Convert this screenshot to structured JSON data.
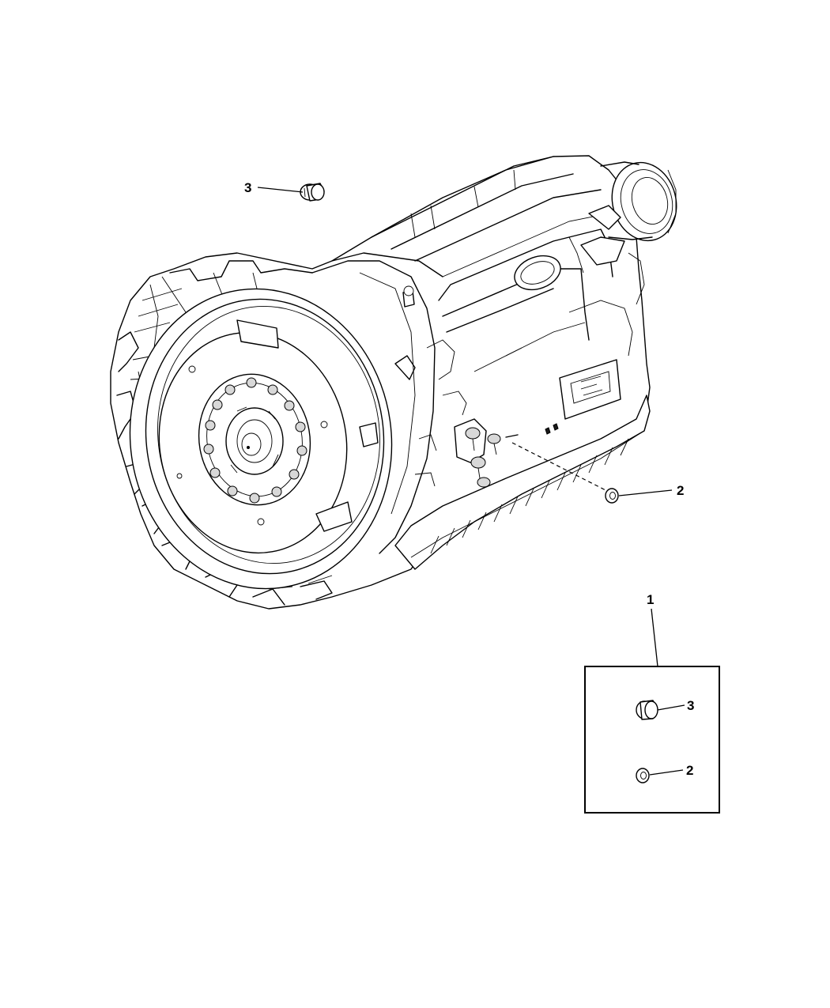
{
  "callouts": {
    "main_plug": "3",
    "main_seal": "2",
    "kit": "1",
    "kit_plug": "3",
    "kit_seal": "2"
  },
  "parts": {
    "assembly": "transmission-assembly-icon",
    "plug": "plug-icon",
    "seal": "seal-washer-icon"
  },
  "colors": {
    "line": "#000000",
    "background": "#ffffff"
  }
}
